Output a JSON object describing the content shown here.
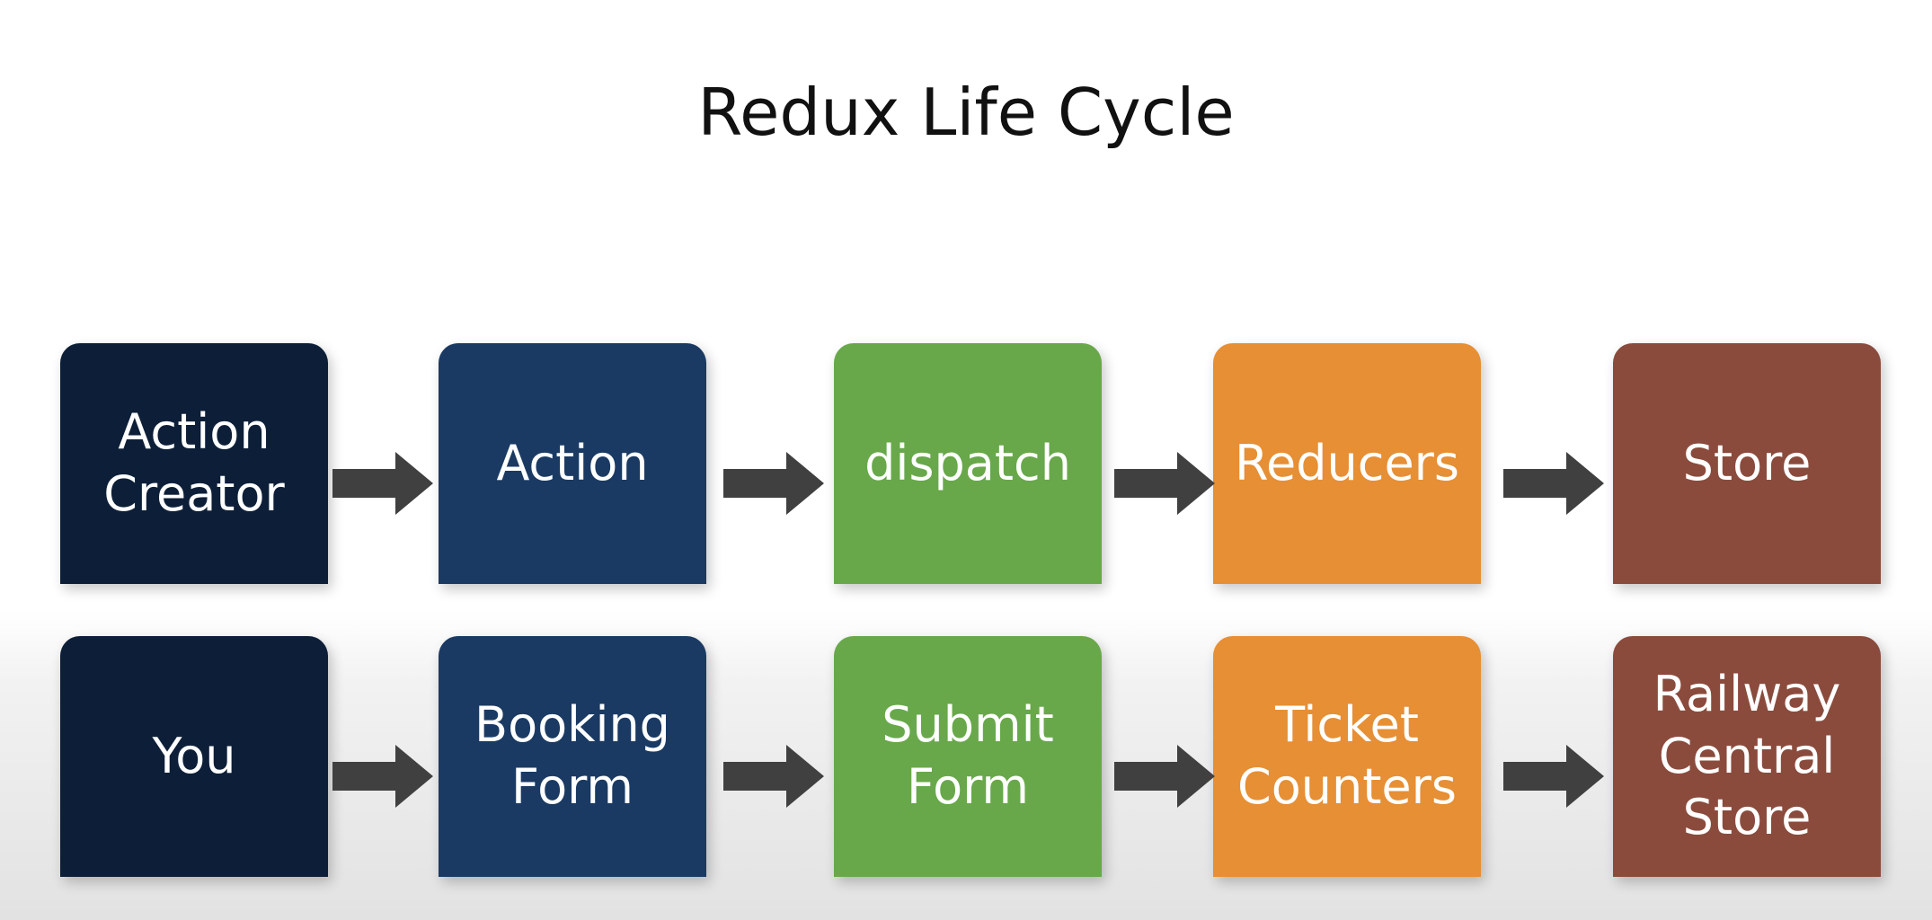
{
  "title": "Redux Life Cycle",
  "colors": {
    "navy": "#0d1f38",
    "blue": "#1a3a63",
    "green": "#68a84a",
    "orange": "#e68f35",
    "brown": "#8a4b3d",
    "arrow": "#404040"
  },
  "rows": [
    {
      "boxes": [
        {
          "label": "Action\nCreator",
          "color": "#0d1f38"
        },
        {
          "label": "Action",
          "color": "#1a3a63"
        },
        {
          "label": "dispatch",
          "color": "#68a84a"
        },
        {
          "label": "Reducers",
          "color": "#e68f35"
        },
        {
          "label": "Store",
          "color": "#8a4b3d"
        }
      ]
    },
    {
      "boxes": [
        {
          "label": "You",
          "color": "#0d1f38"
        },
        {
          "label": "Booking\nForm",
          "color": "#1a3a63"
        },
        {
          "label": "Submit\nForm",
          "color": "#68a84a"
        },
        {
          "label": "Ticket\nCounters",
          "color": "#e68f35"
        },
        {
          "label": "Railway\nCentral\nStore",
          "color": "#8a4b3d"
        }
      ]
    }
  ],
  "arrow_icon": "right-arrow-icon"
}
